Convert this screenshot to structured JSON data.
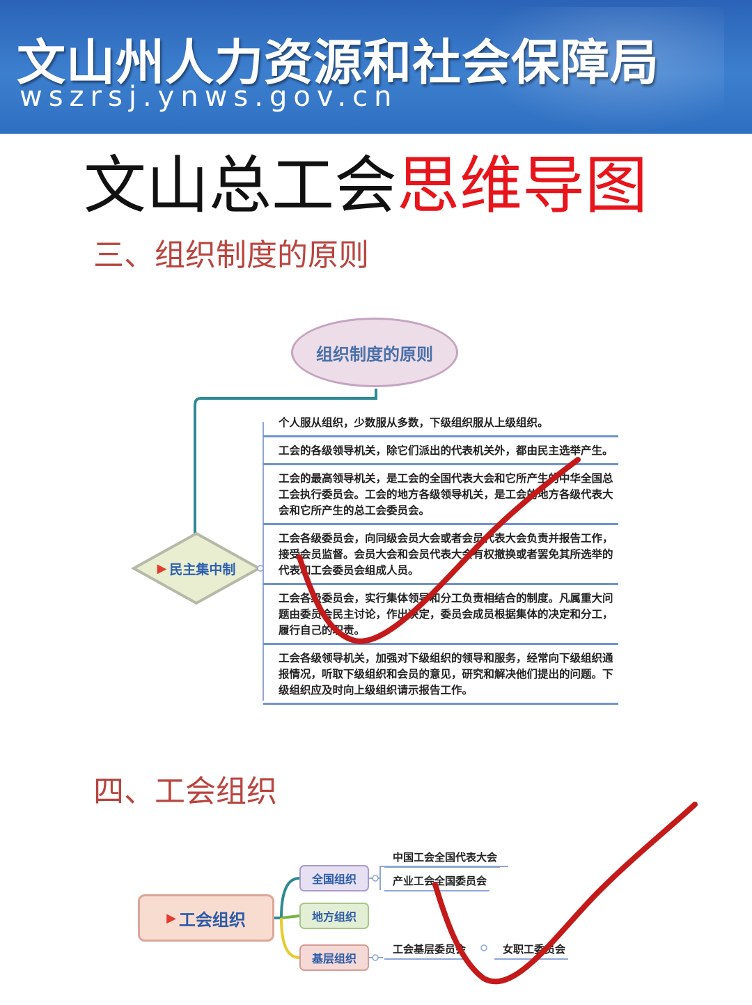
{
  "banner": {
    "site_name": "文山州人力资源和社会保障局",
    "url": "wszrsj.ynws.gov.cn"
  },
  "title": {
    "part_black": "文山总工会",
    "part_red": "思维导图"
  },
  "section3": {
    "heading": "三、组织制度的原则",
    "root": "组织制度的原则",
    "branch": "民主集中制",
    "rules": [
      "个人服从组织，少数服从多数，下级组织服从上级组织。",
      "工会的各级领导机关，除它们派出的代表机关外，都由民主选举产生。",
      "工会的最高领导机关，是工会的全国代表大会和它所产生的中华全国总工会执行委员会。工会的地方各级领导机关，是工会的地方各级代表大会和它所产生的总工会委员会。",
      "工会各级委员会，向同级会员大会或者会员代表大会负责并报告工作，接受会员监督。会员大会和会员代表大会有权撤换或者罢免其所选举的代表和工会委员会组成人员。",
      "工会各级委员会，实行集体领导和分工负责相结合的制度。凡属重大问题由委员会民主讨论，作出决定，委员会成员根据集体的决定和分工，履行自己的职责。",
      "工会各级领导机关，加强对下级组织的领导和服务，经常向下级组织通报情况，听取下级组织和会员的意见，研究和解决他们提出的问题。下级组织应及时向上级组织请示报告工作。"
    ]
  },
  "section4": {
    "heading": "四、工会组织",
    "root": "工会组织",
    "national": "全国组织",
    "local": "地方组织",
    "grassroots": "基层组织",
    "national_items": [
      "中国工会全国代表大会",
      "产业工会全国委员会"
    ],
    "grassroots_items": [
      "工会基层委员会",
      "女职工委员会"
    ]
  },
  "colors": {
    "banner_blue": "#2f6fc1",
    "title_red": "#e8141b",
    "section_red": "#b8453f",
    "checkmark_red": "#c41a1a"
  }
}
